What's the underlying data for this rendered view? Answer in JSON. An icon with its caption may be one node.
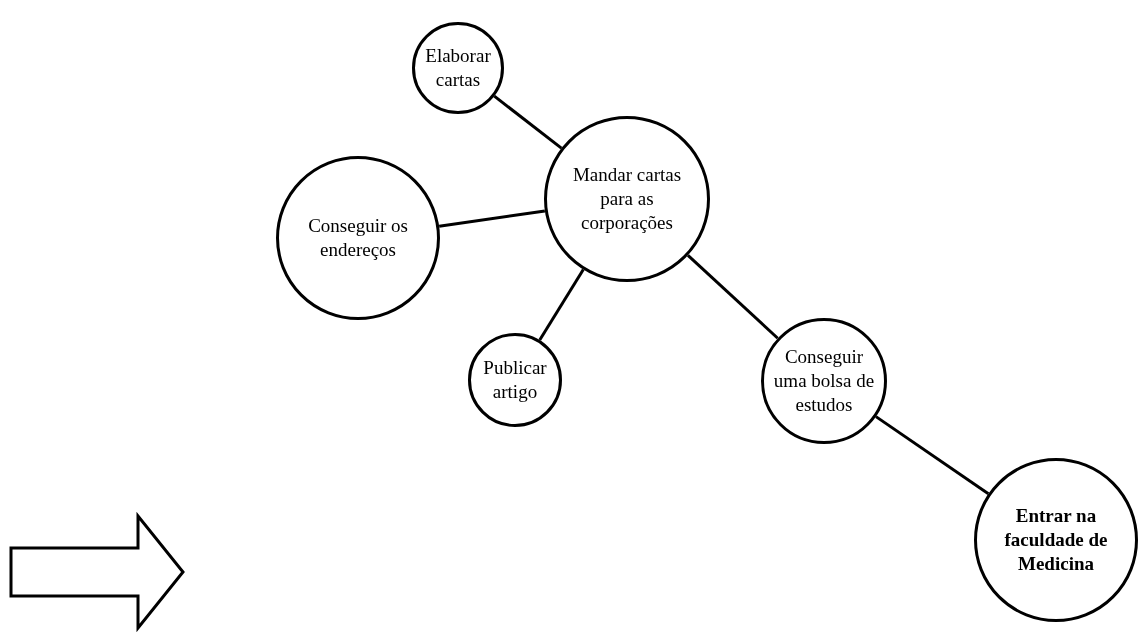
{
  "diagram": {
    "nodes": [
      {
        "text": [
          "Elaborar cartas"
        ]
      },
      {
        "text": [
          "Mandar cartas para as corporações"
        ]
      },
      {
        "text": [
          "Conseguir os endereços"
        ]
      },
      {
        "text": [
          "Publicar artigo"
        ]
      },
      {
        "text": [
          "Conseguir uma bolsa de estudos"
        ]
      },
      {
        "text": [
          "Entrar na faculdade de Medicina"
        ]
      }
    ],
    "edges": [
      {
        "from": 0,
        "to": 1,
        "arrow": "none"
      },
      {
        "from": 2,
        "to": 1,
        "arrow": "none"
      },
      {
        "from": 3,
        "to": 1,
        "arrow": "none"
      },
      {
        "from": 1,
        "to": 4,
        "arrow": "none"
      },
      {
        "from": 4,
        "to": 5,
        "arrow": "none"
      }
    ]
  }
}
